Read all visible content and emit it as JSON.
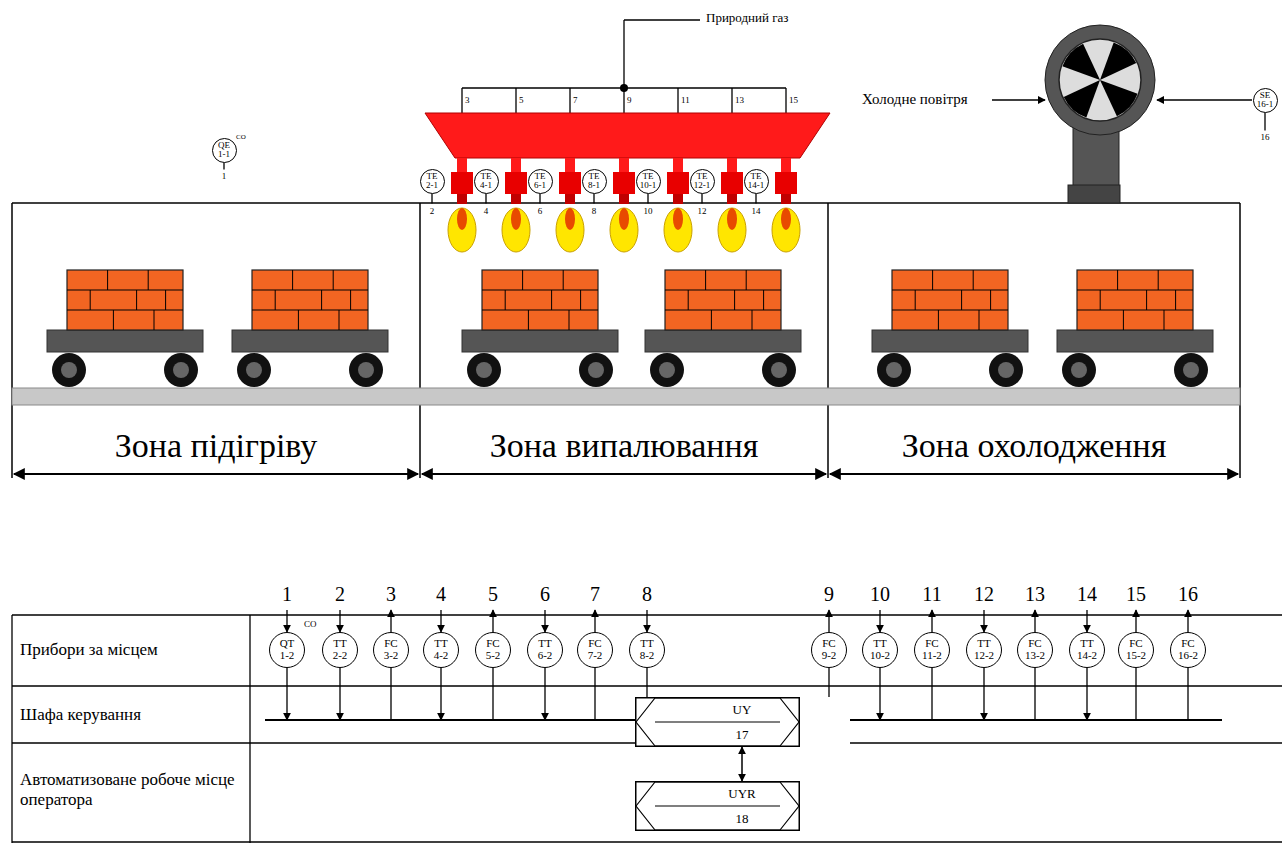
{
  "diagram": {
    "nodes": [
      {
        "text": [
          "QE 1-1"
        ]
      },
      {
        "text": [
          "TE 2-1"
        ]
      },
      {
        "text": [
          "TE 4-1"
        ]
      },
      {
        "text": [
          "TE 6-1"
        ]
      },
      {
        "text": [
          "TE 8-1"
        ]
      },
      {
        "text": [
          "TE 10-1"
        ]
      },
      {
        "text": [
          "TE 12-1"
        ]
      },
      {
        "text": [
          "TE 14-1"
        ]
      },
      {
        "text": [
          "SE 16-1"
        ]
      },
      {
        "text": [
          "QT 1-2"
        ]
      },
      {
        "text": [
          "TT 2-2"
        ]
      },
      {
        "text": [
          "FC 3-2"
        ]
      },
      {
        "text": [
          "TT 4-2"
        ]
      },
      {
        "text": [
          "FC 5-2"
        ]
      },
      {
        "text": [
          "TT 6-2"
        ]
      },
      {
        "text": [
          "FC 7-2"
        ]
      },
      {
        "text": [
          "TT 8-2"
        ]
      },
      {
        "text": [
          "FC 9-2"
        ]
      },
      {
        "text": [
          "TT 10-2"
        ]
      },
      {
        "text": [
          "FC 11-2"
        ]
      },
      {
        "text": [
          "TT 12-2"
        ]
      },
      {
        "text": [
          "FC 13-2"
        ]
      },
      {
        "text": [
          "TT 14-2"
        ]
      },
      {
        "text": [
          "FC 15-2"
        ]
      },
      {
        "text": [
          "FC 16-2"
        ]
      },
      {
        "text": [
          "UY 17"
        ]
      },
      {
        "text": [
          "UYR 18"
        ]
      }
    ],
    "edges": [
      {
        "from": 9,
        "to": 25,
        "arrow": "to"
      },
      {
        "from": 10,
        "to": 25,
        "arrow": "to"
      },
      {
        "from": 11,
        "to": 25,
        "arrow": "none"
      },
      {
        "from": 12,
        "to": 25,
        "arrow": "to"
      },
      {
        "from": 13,
        "to": 25,
        "arrow": "none"
      },
      {
        "from": 14,
        "to": 25,
        "arrow": "to"
      },
      {
        "from": 15,
        "to": 25,
        "arrow": "none"
      },
      {
        "from": 16,
        "to": 25,
        "arrow": "to"
      },
      {
        "from": 17,
        "to": 25,
        "arrow": "none"
      },
      {
        "from": 18,
        "to": 25,
        "arrow": "to"
      },
      {
        "from": 19,
        "to": 25,
        "arrow": "none"
      },
      {
        "from": 20,
        "to": 25,
        "arrow": "to"
      },
      {
        "from": 21,
        "to": 25,
        "arrow": "none"
      },
      {
        "from": 22,
        "to": 25,
        "arrow": "to"
      },
      {
        "from": 23,
        "to": 25,
        "arrow": "none"
      },
      {
        "from": 24,
        "to": 25,
        "arrow": "none"
      },
      {
        "from": 25,
        "to": 26,
        "arrow": "both"
      }
    ],
    "labels": [
      "Природний газ",
      "3",
      "5",
      "7",
      "9",
      "11",
      "13",
      "15",
      "CO",
      "1",
      "2",
      "4",
      "6",
      "8",
      "10",
      "12",
      "14",
      "Холодне повітря",
      "16",
      "Зона підігріву",
      "Зона випалювання",
      "Зона охолодження",
      "1",
      "2",
      "3",
      "4",
      "5",
      "6",
      "7",
      "8",
      "9",
      "10",
      "11",
      "12",
      "13",
      "14",
      "15",
      "16",
      "CO",
      "Прибори за місцем",
      "Шафа керування",
      "Автоматизоване робоче місце оператора"
    ]
  }
}
